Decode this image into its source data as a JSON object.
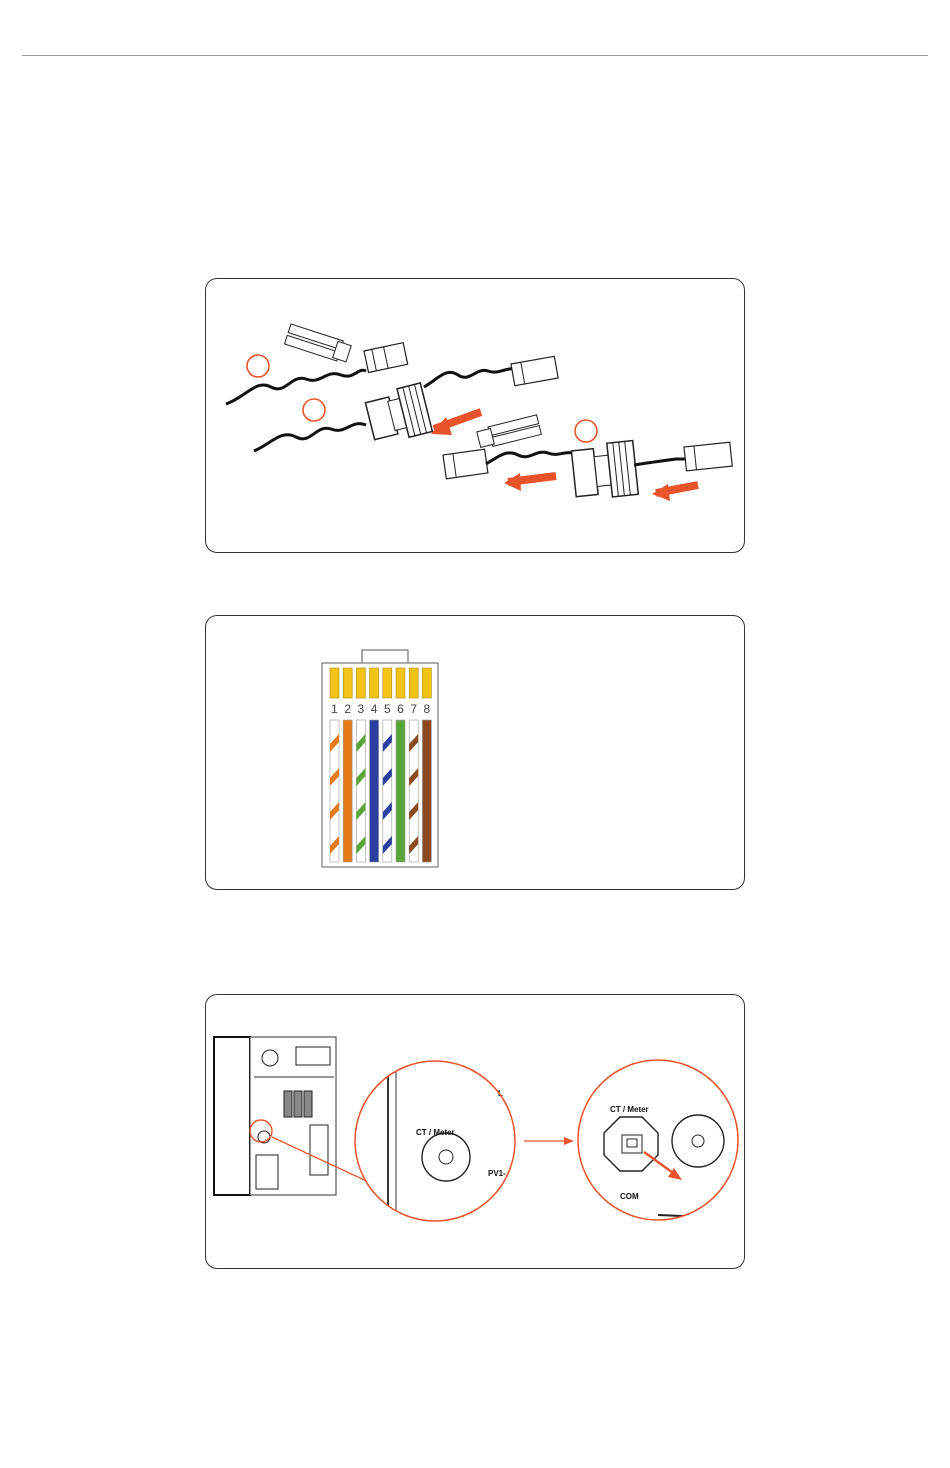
{
  "colors": {
    "accent": "#e8532b",
    "panel_border": "#333333",
    "pin_gold": "#f2c418"
  },
  "figure_1": {
    "name": "cable-gland-assembly",
    "markers": [
      "",
      "",
      ""
    ]
  },
  "figure_2": {
    "name": "rj45-pinout",
    "pins": [
      {
        "number": "1",
        "color": "#e57a1c",
        "striped": true
      },
      {
        "number": "2",
        "color": "#e57a1c",
        "striped": false
      },
      {
        "number": "3",
        "color": "#5aa53a",
        "striped": true
      },
      {
        "number": "4",
        "color": "#2c3fa0",
        "striped": false
      },
      {
        "number": "5",
        "color": "#2c3fa0",
        "striped": true
      },
      {
        "number": "6",
        "color": "#5aa53a",
        "striped": false
      },
      {
        "number": "7",
        "color": "#8b4a1f",
        "striped": true
      },
      {
        "number": "8",
        "color": "#8b4a1f",
        "striped": false
      }
    ]
  },
  "figure_3": {
    "name": "ct-meter-port-location",
    "zoom1": {
      "port_label": "CT / Meter",
      "neighbor_label": "PV1-",
      "edge_letter": "L"
    },
    "zoom2": {
      "port_label": "CT / Meter",
      "com_label": "COM"
    }
  }
}
